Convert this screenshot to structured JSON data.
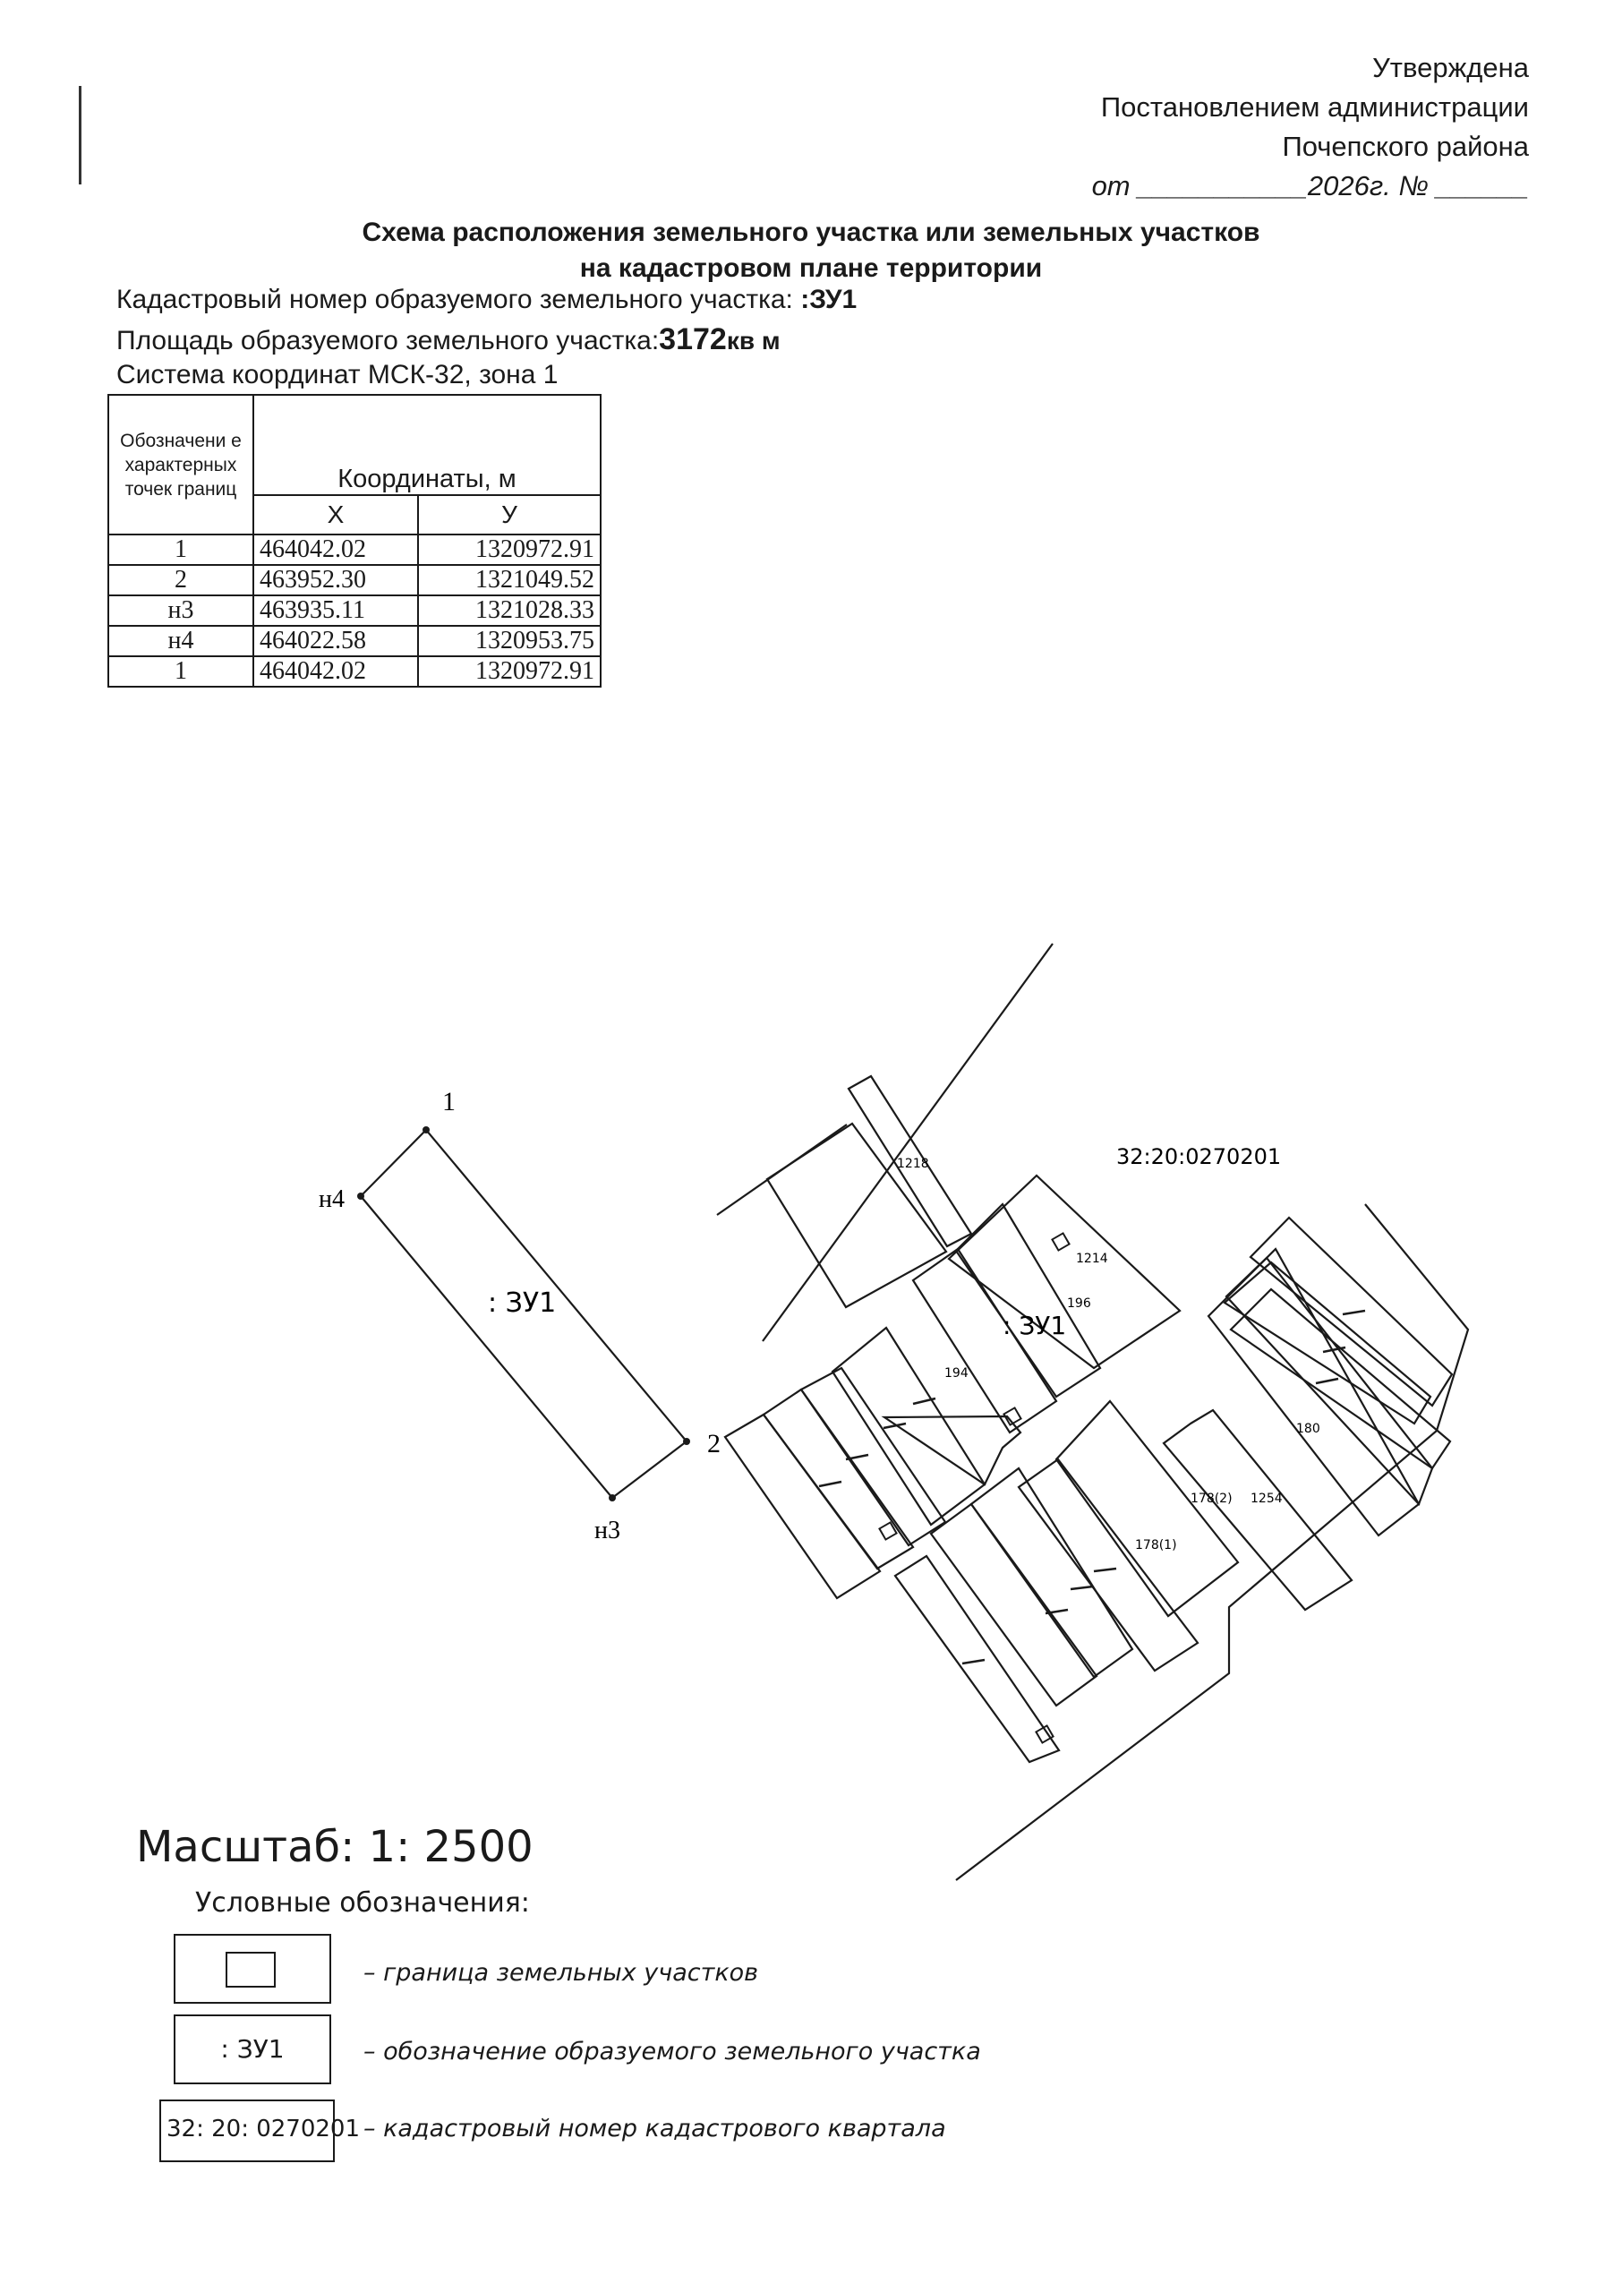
{
  "approval": {
    "line1": "Утверждена",
    "line2": "Постановлением  администрации",
    "line3": "Почепского района",
    "line4": "от ___________2026г. № ______"
  },
  "title": {
    "line1": "Схема расположения земельного участка или земельных участков",
    "line2": "на кадастровом плане территории"
  },
  "info": {
    "cadastral_label": "Кадастровый номер образуемого земельного участка: ",
    "cadastral_value": ":ЗУ1",
    "area_label": "Площадь образуемого земельного участка:",
    "area_value": "3172",
    "area_unit": "кв м",
    "system": "Система координат МСК-32, зона 1"
  },
  "table": {
    "header_points": "Обозначени е характерных точек границ",
    "header_coords": "Координаты, м",
    "header_x": "Х",
    "header_y": "У",
    "rows": [
      {
        "pt": "1",
        "x": "464042.02",
        "y": "1320972.91"
      },
      {
        "pt": "2",
        "x": "463952.30",
        "y": "1321049.52"
      },
      {
        "pt": "н3",
        "x": "463935.11",
        "y": "1321028.33"
      },
      {
        "pt": "н4",
        "x": "464022.58",
        "y": "1320953.75"
      },
      {
        "pt": "1",
        "x": "464042.02",
        "y": "1320972.91"
      }
    ]
  },
  "map": {
    "pt1": "1",
    "pt2": "2",
    "pt3": "н3",
    "pt4": "н4",
    "parcel_label": ": ЗУ1",
    "parcel_label_2": ": ЗУ1",
    "quarter": "32:20:0270201",
    "lot_1218": "1218",
    "lot_1214": "1214",
    "lot_196": "196",
    "lot_194": "194",
    "lot_180": "180",
    "lot_178_2": "178(2)",
    "lot_1254": "1254",
    "lot_178_1": "178(1)"
  },
  "scale": "Масштаб: 1: 2500",
  "legend": {
    "title": "Условные обозначения:",
    "item1": "– граница земельных участков",
    "item2_box": ": ЗУ1",
    "item2": "– обозначение образуемого земельного участка",
    "item3_box": "32: 20: 0270201",
    "item3": "– кадастровый номер кадастрового квартала"
  }
}
